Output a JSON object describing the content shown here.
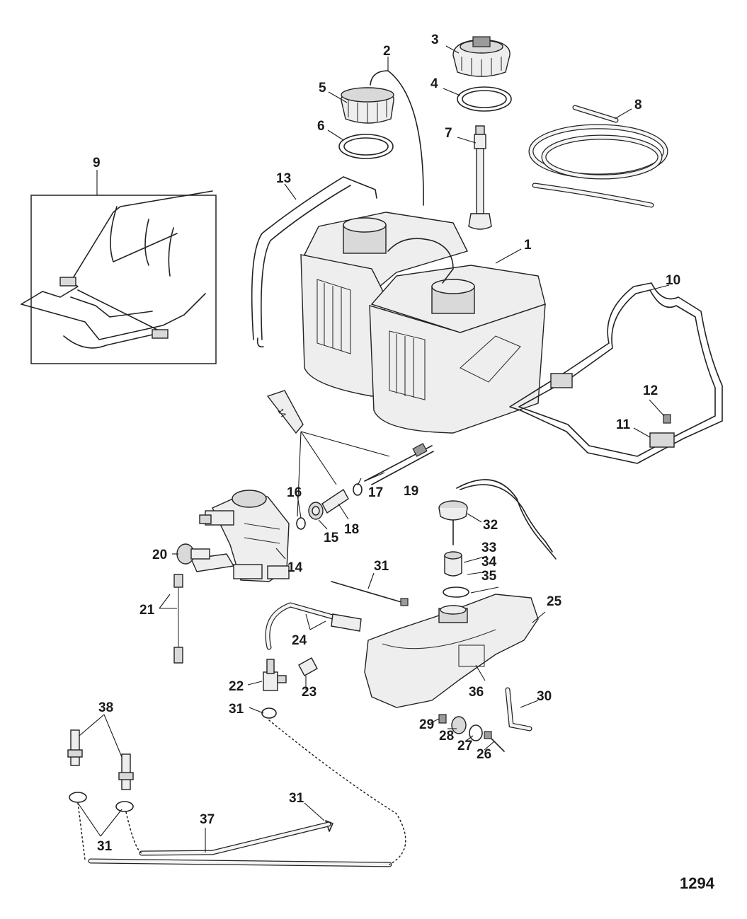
{
  "figure": {
    "figure_number": "1294",
    "callouts": [
      "1",
      "2",
      "3",
      "4",
      "5",
      "6",
      "7",
      "8",
      "9",
      "10",
      "11",
      "12",
      "13",
      "14",
      "15",
      "16",
      "17",
      "18",
      "19",
      "20",
      "21",
      "22",
      "23",
      "24",
      "25",
      "26",
      "27",
      "28",
      "29",
      "30",
      "31",
      "31",
      "31",
      "31",
      "32",
      "33",
      "34",
      "35",
      "36",
      "37",
      "38"
    ],
    "decal_text": "14"
  },
  "colors": {
    "ink": "#1a1a1a",
    "paper": "#ffffff",
    "fill_gray": "#d9d9d9"
  }
}
